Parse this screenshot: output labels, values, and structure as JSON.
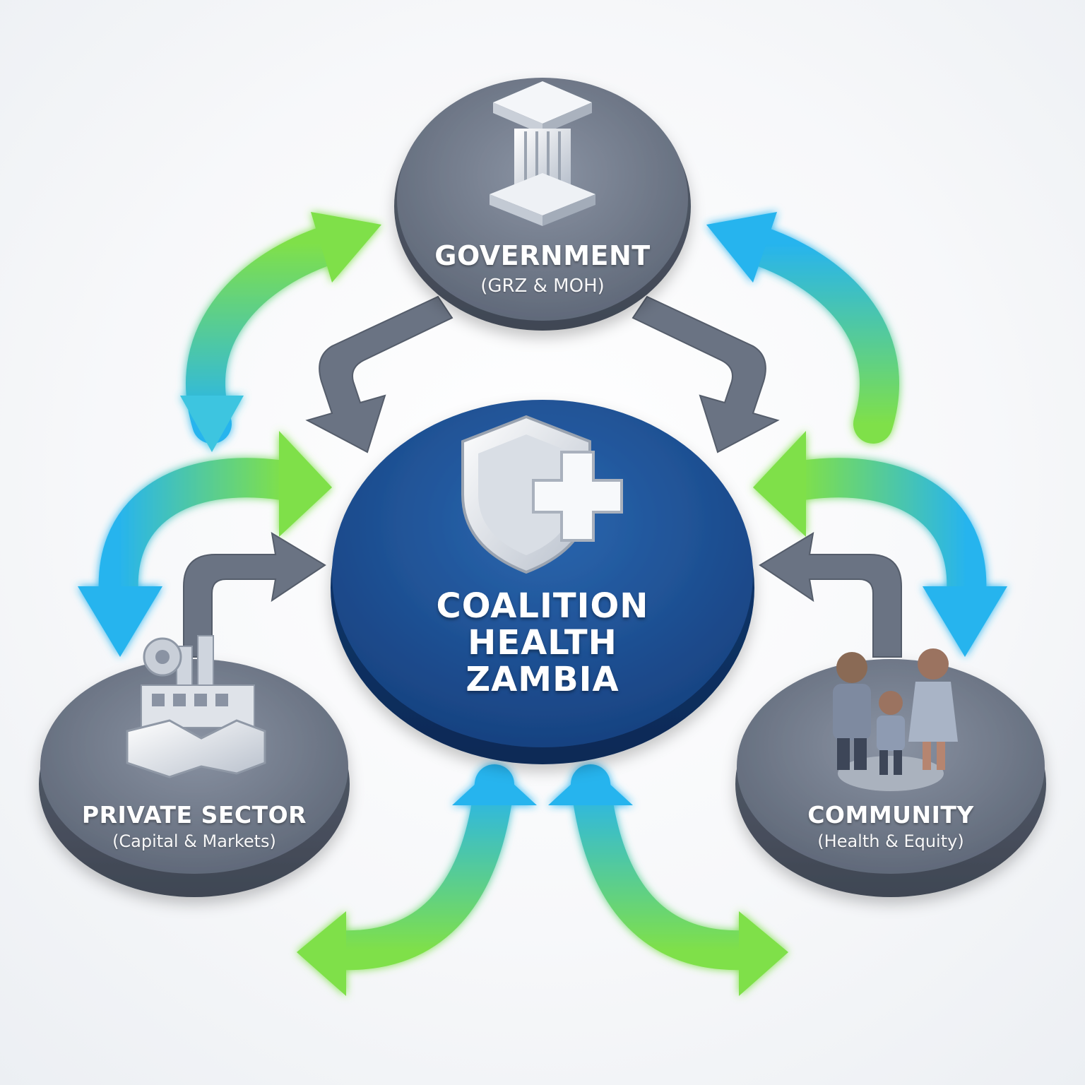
{
  "diagram": {
    "nodes": {
      "government": {
        "title": "GOVERNMENT",
        "subtitle": "(GRZ & MOH)",
        "icon": "pillar-icon"
      },
      "center": {
        "lines": [
          "COALITION",
          "HEALTH",
          "ZAMBIA"
        ],
        "icon": "shield-cross-icon"
      },
      "private_sector": {
        "title": "PRIVATE SECTOR",
        "subtitle": "(Capital & Markets)",
        "icon": "factory-handshake-icon"
      },
      "community": {
        "title": "COMMUNITY",
        "subtitle": "(Health & Equity)",
        "icon": "family-icon"
      }
    },
    "colors": {
      "node_gray": "#6f7888",
      "node_gray_dark": "#4d5564",
      "center_blue": "#1b5296",
      "center_blue_dark": "#0e3368",
      "arrow_gray": "#6a7383",
      "arrow_green": "#7fe04a",
      "arrow_blue": "#27b4ee"
    }
  }
}
